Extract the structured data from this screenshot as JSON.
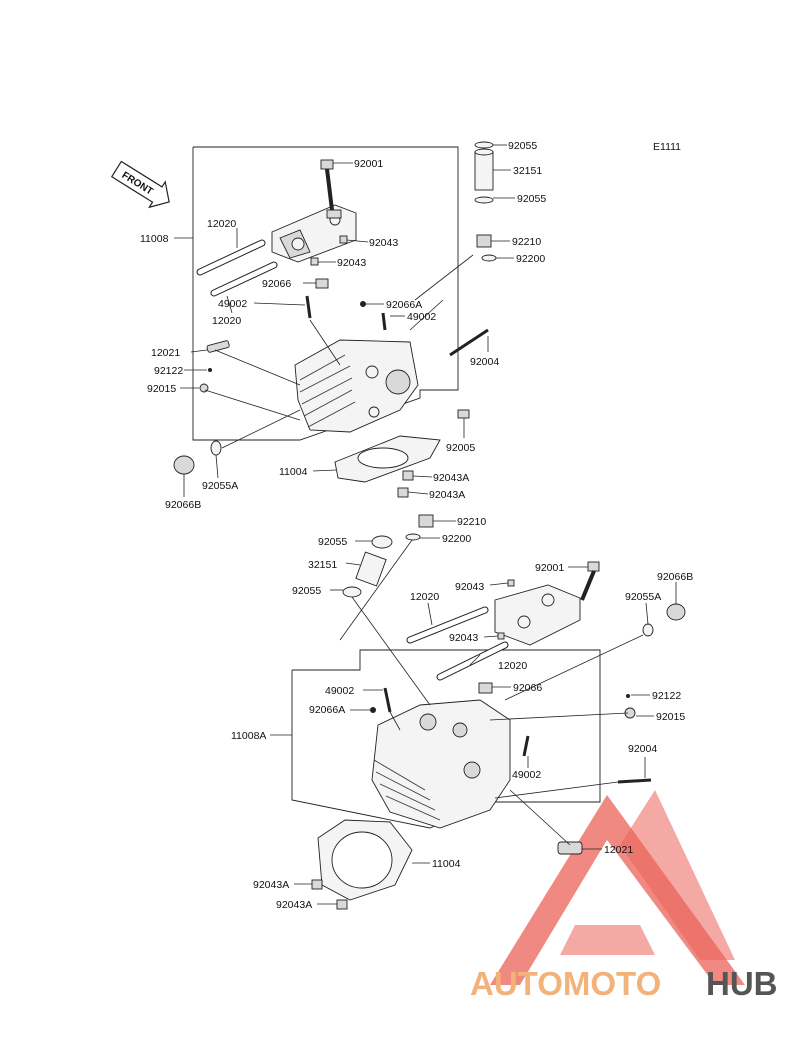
{
  "diagram_code": "E1111",
  "front_label": "FRONT",
  "watermark": {
    "part1": "AUTOMOTO",
    "part2": "HUB",
    "color1": "#f2b27a",
    "color2": "#555555",
    "logo_color": "#e8473c"
  },
  "labels": {
    "t_92055a": "92055",
    "t_32151a": "32151",
    "t_92055b": "92055",
    "t_92001a": "92001",
    "t_11008": "11008",
    "t_12020a": "12020",
    "t_92043a": "92043",
    "t_92043b": "92043",
    "t_92210a": "92210",
    "t_92200a": "92200",
    "t_92066a": "92066",
    "t_49002a": "49002",
    "t_92066Aa": "92066A",
    "t_49002b": "49002",
    "t_12020b": "12020",
    "t_12021a": "12021",
    "t_92122a": "92122",
    "t_92015a": "92015",
    "t_92004a": "92004",
    "t_92005": "92005",
    "t_11004a": "11004",
    "t_92043Aa": "92043A",
    "t_92043Ab": "92043A",
    "t_92055Aa": "92055A",
    "t_92066Ba": "92066B",
    "t_92210b": "92210",
    "t_92200b": "92200",
    "t_92055c": "92055",
    "t_32151b": "32151",
    "t_92055d": "92055",
    "t_92001b": "92001",
    "t_92043c": "92043",
    "t_12020c": "12020",
    "t_92043d": "92043",
    "t_12020d": "12020",
    "t_92066Bb": "92066B",
    "t_92055Ab": "92055A",
    "t_49002c": "49002",
    "t_92066Ab": "92066A",
    "t_92066b": "92066",
    "t_92122b": "92122",
    "t_92015b": "92015",
    "t_11008A": "11008A",
    "t_49002d": "49002",
    "t_92004b": "92004",
    "t_12021b": "12021",
    "t_11004b": "11004",
    "t_92043Ac": "92043A",
    "t_92043Ad": "92043A"
  }
}
